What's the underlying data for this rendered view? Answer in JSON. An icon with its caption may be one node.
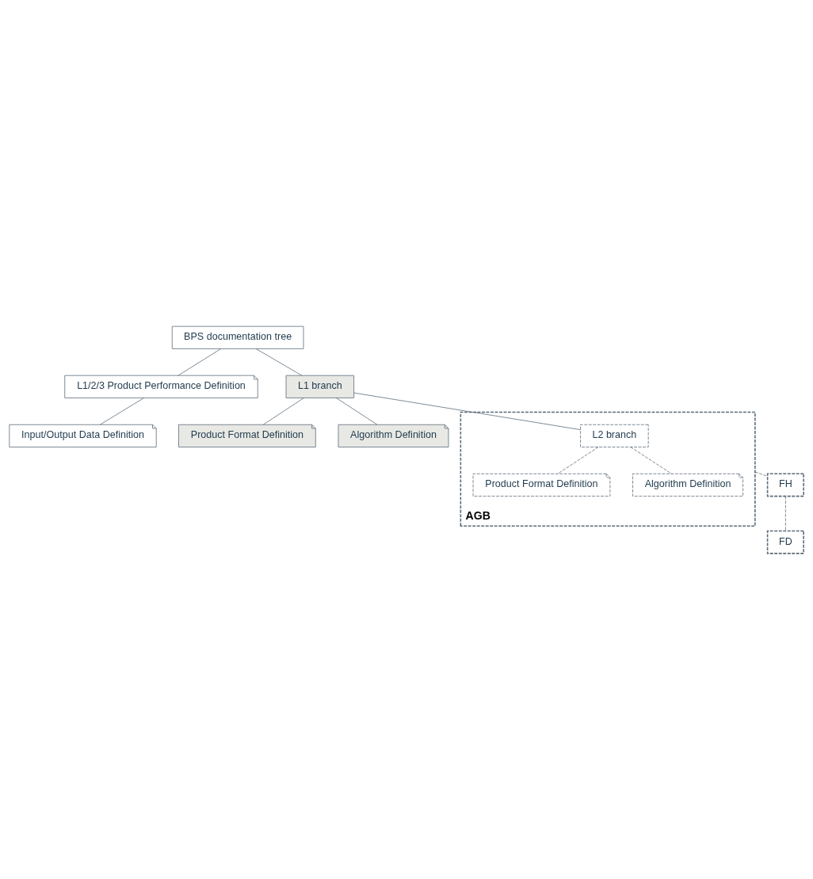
{
  "diagram": {
    "nodes": [
      {
        "text": [
          "BPS documentation tree"
        ]
      },
      {
        "text": [
          "L1/2/3 Product Performance Definition"
        ]
      },
      {
        "text": [
          "Input/Output Data Definition"
        ]
      },
      {
        "text": [
          "L1 branch"
        ]
      },
      {
        "text": [
          "Product Format Definition"
        ]
      },
      {
        "text": [
          "Algorithm Definition"
        ]
      },
      {
        "text": [
          "AGB"
        ]
      },
      {
        "text": [
          "L2 branch"
        ],
        "in": 6
      },
      {
        "text": [
          "Product Format Definition"
        ],
        "in": 6
      },
      {
        "text": [
          "Algorithm Definition"
        ],
        "in": 6
      },
      {
        "text": [
          "FH"
        ]
      },
      {
        "text": [
          "FD"
        ]
      }
    ],
    "edges": [
      {
        "from": 0,
        "to": 1,
        "arrow": "none"
      },
      {
        "from": 1,
        "to": 2,
        "arrow": "none"
      },
      {
        "from": 0,
        "to": 3,
        "arrow": "none"
      },
      {
        "from": 3,
        "to": 4,
        "arrow": "none"
      },
      {
        "from": 3,
        "to": 5,
        "arrow": "none"
      },
      {
        "from": 3,
        "to": 7,
        "arrow": "none"
      },
      {
        "from": 7,
        "to": 8,
        "arrow": "none",
        "style": "dashed"
      },
      {
        "from": 7,
        "to": 9,
        "arrow": "none",
        "style": "dashed"
      },
      {
        "from": 6,
        "to": 10,
        "arrow": "none",
        "style": "dashed"
      },
      {
        "from": 10,
        "to": 11,
        "arrow": "none",
        "style": "dashed"
      }
    ]
  }
}
